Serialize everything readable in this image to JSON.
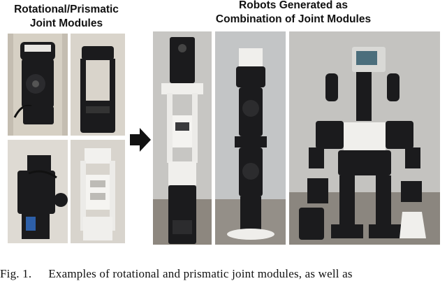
{
  "left_heading": [
    "Rotational/Prismatic",
    "Joint Modules"
  ],
  "right_heading": [
    "Robots Generated as",
    "Combination of Joint Modules"
  ],
  "caption": {
    "label": "Fig. 1.",
    "text": "Examples of rotational and prismatic joint modules, as well as"
  },
  "colors": {
    "module_black": "#1b1b1d",
    "module_white": "#ecebe8",
    "wall": "#c9c9c6",
    "floor": "#8f8a83",
    "arrow": "#111111"
  }
}
